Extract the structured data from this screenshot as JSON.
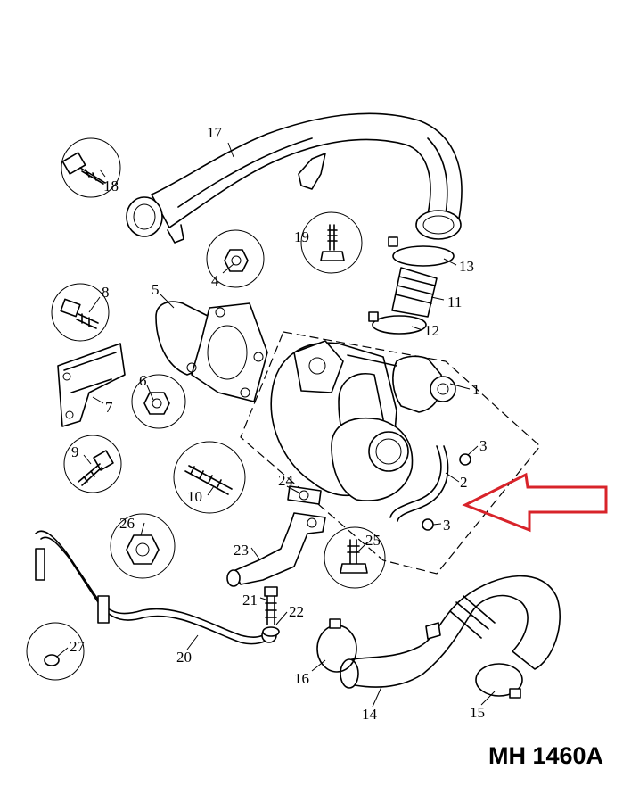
{
  "diagram": {
    "reference_code": "MH 1460A",
    "callouts": [
      {
        "id": "1",
        "label": "1"
      },
      {
        "id": "2",
        "label": "2"
      },
      {
        "id": "3a",
        "label": "3"
      },
      {
        "id": "3b",
        "label": "3"
      },
      {
        "id": "4",
        "label": "4"
      },
      {
        "id": "5",
        "label": "5"
      },
      {
        "id": "6",
        "label": "6"
      },
      {
        "id": "7",
        "label": "7"
      },
      {
        "id": "8",
        "label": "8"
      },
      {
        "id": "9",
        "label": "9"
      },
      {
        "id": "10",
        "label": "10"
      },
      {
        "id": "11",
        "label": "11"
      },
      {
        "id": "12",
        "label": "12"
      },
      {
        "id": "13",
        "label": "13"
      },
      {
        "id": "14",
        "label": "14"
      },
      {
        "id": "15",
        "label": "15"
      },
      {
        "id": "16",
        "label": "16"
      },
      {
        "id": "17",
        "label": "17"
      },
      {
        "id": "18",
        "label": "18"
      },
      {
        "id": "19",
        "label": "19"
      },
      {
        "id": "20",
        "label": "20"
      },
      {
        "id": "21",
        "label": "21"
      },
      {
        "id": "22",
        "label": "22"
      },
      {
        "id": "23",
        "label": "23"
      },
      {
        "id": "24",
        "label": "24"
      },
      {
        "id": "25",
        "label": "25"
      },
      {
        "id": "26",
        "label": "26"
      },
      {
        "id": "27",
        "label": "27"
      }
    ],
    "highlight_arrow": {
      "color": "#d8232a",
      "points_to": "2"
    }
  }
}
